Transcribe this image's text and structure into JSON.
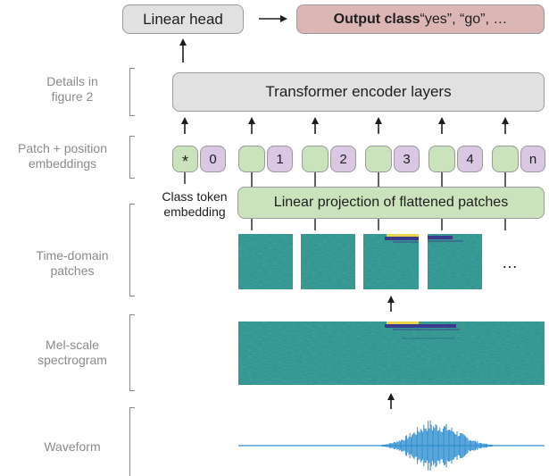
{
  "top": {
    "linear_head": "Linear head",
    "output_bold": "Output class",
    "output_rest": " “yes”, “go”, …"
  },
  "transformer": {
    "label": "Transformer encoder layers"
  },
  "projection": {
    "label": "Linear projection of flattened patches"
  },
  "class_token": {
    "symbol": "*",
    "caption_line1": "Class token",
    "caption_line2": "embedding"
  },
  "positions": [
    "0",
    "1",
    "2",
    "3",
    "4",
    "n"
  ],
  "ellipsis": "…",
  "side_labels": {
    "details_line1": "Details in",
    "details_line2": "figure 2",
    "patch_line1": "Patch + position",
    "patch_line2": "embeddings",
    "time_line1": "Time-domain",
    "time_line2": "patches",
    "mel_line1": "Mel-scale",
    "mel_line2": "spectrogram",
    "waveform": "Waveform"
  },
  "colors": {
    "spectrogram_base": "#2a8f87",
    "spectrogram_dark": "#3b3a8c",
    "spectrogram_hot": "#e9d44a",
    "waveform": "#2f8fd0"
  }
}
